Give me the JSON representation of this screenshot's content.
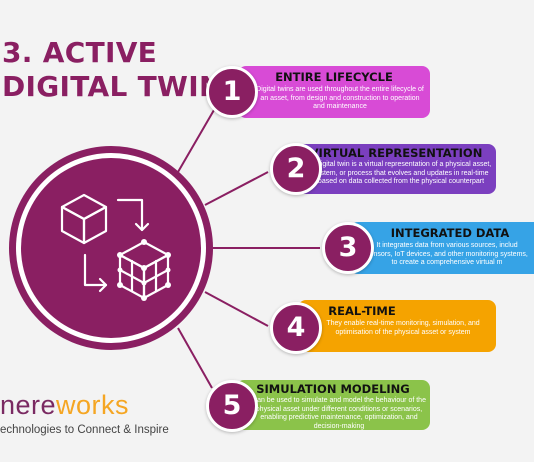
{
  "title": {
    "line1": "3. ACTIVE",
    "line2": "DIGITAL TWIN"
  },
  "colors": {
    "brand": "#8a1f62",
    "card1": "#d84bd6",
    "card2": "#7b3fbf",
    "card3": "#36a3e6",
    "card4": "#f5a300",
    "card5": "#8bc34a"
  },
  "items": [
    {
      "number": "1",
      "heading": "ENTIRE LIFECYCLE",
      "text": "Digital twins are used throughout the entire lifecycle of an asset, from design and construction to operation and maintenance"
    },
    {
      "number": "2",
      "heading": "VIRTUAL REPRESENTATION",
      "text": "A digital twin is a virtual representation of a physical asset, system, or process that evolves and updates in real-time based on data collected from the physical counterpart"
    },
    {
      "number": "3",
      "heading": "INTEGRATED DATA",
      "text": "It integrates data from various sources, includ sensors, IoT devices, and other monitoring systems, to create a comprehensive virtual m"
    },
    {
      "number": "4",
      "heading": "REAL-TIME",
      "text": "They enable real-time monitoring, simulation, and optimisation of the physical asset or system"
    },
    {
      "number": "5",
      "heading": "SIMULATION MODELING",
      "text": "Can be used to simulate and model the behaviour of the physical asset under different conditions or scenarios, enabling predictive maintenance, optimization, and decision-making"
    }
  ],
  "logo": {
    "part1": "nere",
    "part2": "works",
    "tagline": "echnologies to Connect & Inspire"
  },
  "icons": {
    "center": "cube-transform-icon"
  }
}
